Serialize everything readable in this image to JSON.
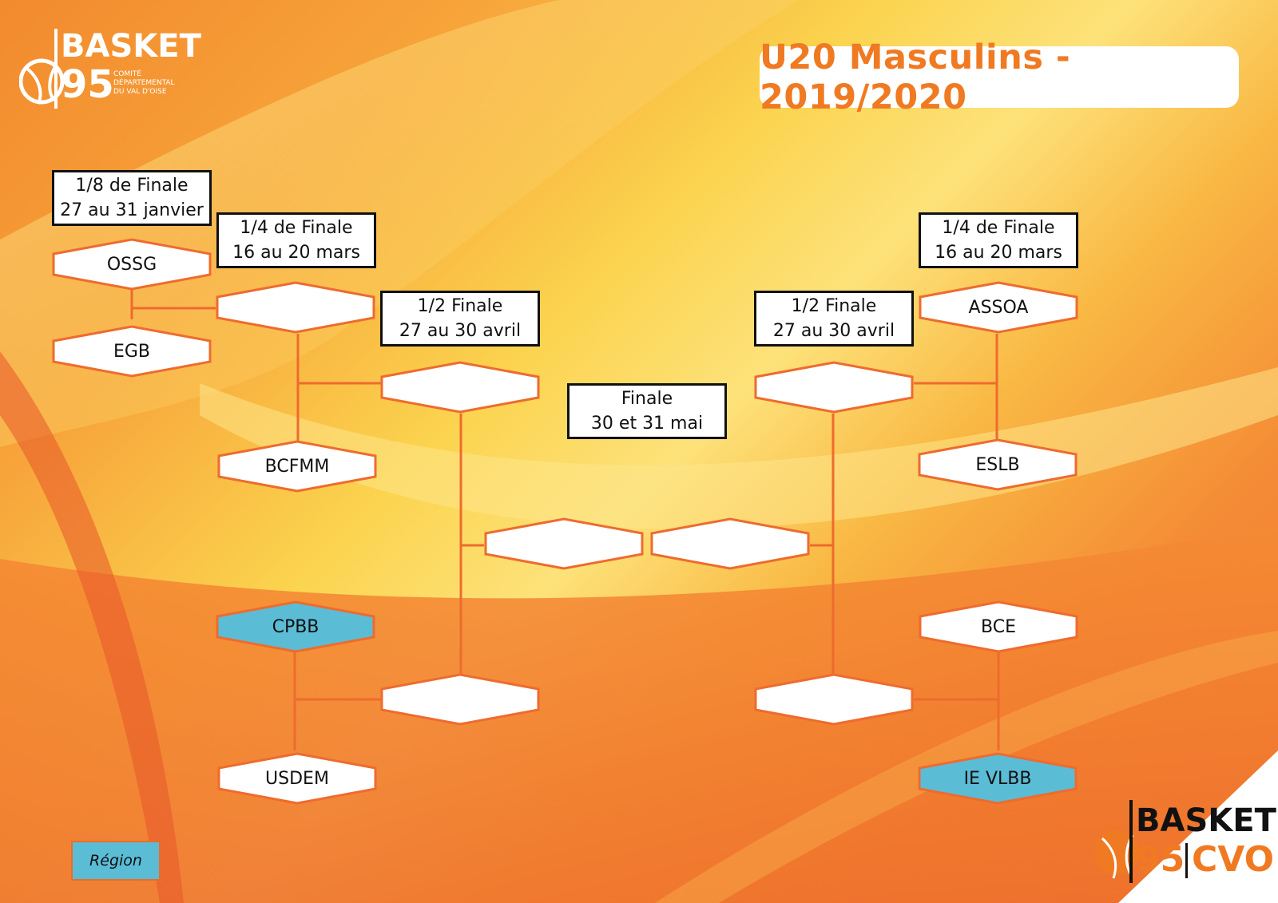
{
  "logo_top": {
    "line1": "BASKET",
    "line2": "95",
    "sub1": "COMITÉ",
    "sub2": "DÉPARTEMENTAL",
    "sub3": "DU VAL D'OISE"
  },
  "logo_bottom": {
    "line1": "BASKET",
    "line2": "95",
    "line3": "CVO"
  },
  "title": "U20 Masculins - 2019/2020",
  "rounds": {
    "r8_name": "1/8 de Finale",
    "r8_date": "27 au 31 janvier",
    "r4l_name": "1/4 de Finale",
    "r4l_date": "16 au 20 mars",
    "r4r_name": "1/4 de Finale",
    "r4r_date": "16 au 20 mars",
    "r2l_name": "1/2 Finale",
    "r2l_date": "27 au 30 avril",
    "r2r_name": "1/2 Finale",
    "r2r_date": "27 au 30 avril",
    "f_name": "Finale",
    "f_date": "30 et 31 mai"
  },
  "teams": {
    "ossg": "OSSG",
    "egb": "EGB",
    "bcfmm": "BCFMM",
    "cpbb": "CPBB",
    "usdem": "USDEM",
    "assoa": "ASSOA",
    "eslb": "ESLB",
    "bce": "BCE",
    "ievlbb": "IE VLBB"
  },
  "legend": {
    "label": "Région"
  },
  "colors": {
    "orange": "#f07a22",
    "line": "#ee6b2e",
    "region": "#5bbcd6",
    "white": "#ffffff"
  }
}
